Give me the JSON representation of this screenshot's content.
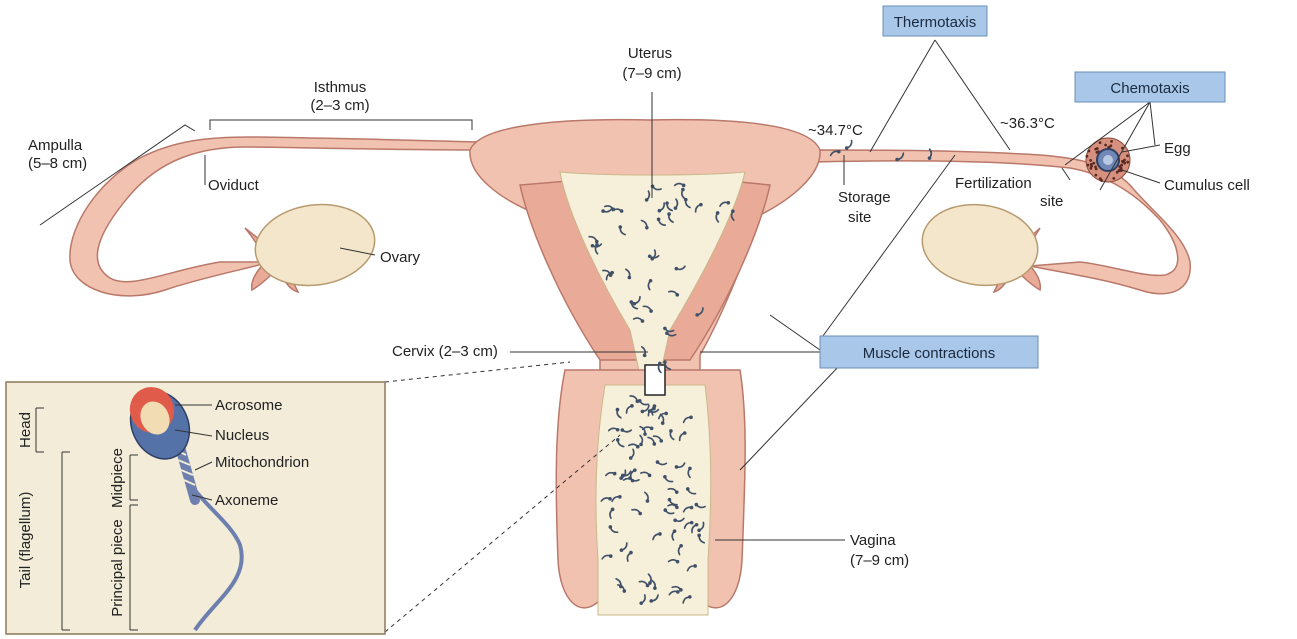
{
  "labels": {
    "isthmus": "Isthmus",
    "isthmus_len": "(2–3 cm)",
    "ampulla": "Ampulla",
    "ampulla_len": "(5–8 cm)",
    "oviduct": "Oviduct",
    "ovary": "Ovary",
    "uterus": "Uterus",
    "uterus_len": "(7–9 cm)",
    "temp_left": "~34.7°C",
    "temp_right": "~36.3°C",
    "storage_1": "Storage",
    "storage_2": "site",
    "fert_1": "Fertilization",
    "fert_2": "site",
    "egg": "Egg",
    "cumulus": "Cumulus cell",
    "cervix": "Cervix (2–3 cm)",
    "vagina": "Vagina",
    "vagina_len": "(7–9 cm)"
  },
  "callouts": {
    "thermotaxis": "Thermotaxis",
    "chemotaxis": "Chemotaxis",
    "muscle": "Muscle contractions"
  },
  "inset": {
    "acrosome": "Acrosome",
    "nucleus": "Nucleus",
    "mitochondrion": "Mitochondrion",
    "axoneme": "Axoneme",
    "head": "Head",
    "midpiece": "Midpiece",
    "principal": "Principal piece",
    "tail": "Tail (flagellum)"
  }
}
